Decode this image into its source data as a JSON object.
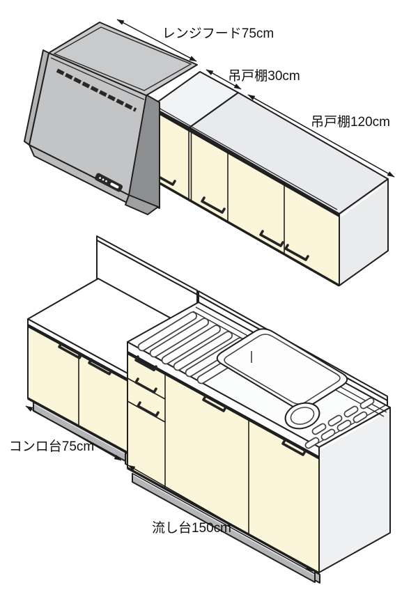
{
  "diagram": {
    "kind": "kitchen-unit-dimension-diagram",
    "units": "cm",
    "components": [
      {
        "name": "range-hood",
        "label": "レンジフード75cm",
        "size_cm": 75
      },
      {
        "name": "wall-cabinet-30",
        "label": "吊戸棚30cm",
        "size_cm": 30
      },
      {
        "name": "wall-cabinet-120",
        "label": "吊戸棚120cm",
        "size_cm": 120
      },
      {
        "name": "stove-stand",
        "label": "コンロ台75cm",
        "size_cm": 75
      },
      {
        "name": "sink-unit",
        "label": "流し台150cm",
        "size_cm": 150
      }
    ],
    "colors": {
      "door_cream": "#fbf6d9",
      "hood_gray": "#c5c6c8",
      "hood_top_gray": "#c9cacc",
      "panel_light": "#e9ebed",
      "side_panel_sink": "#eff0f1",
      "kick_gray": "#b4b5b7",
      "shadow_gray": "#8d8e90",
      "outline": "#1f1f1f",
      "background": "#ffffff"
    }
  }
}
